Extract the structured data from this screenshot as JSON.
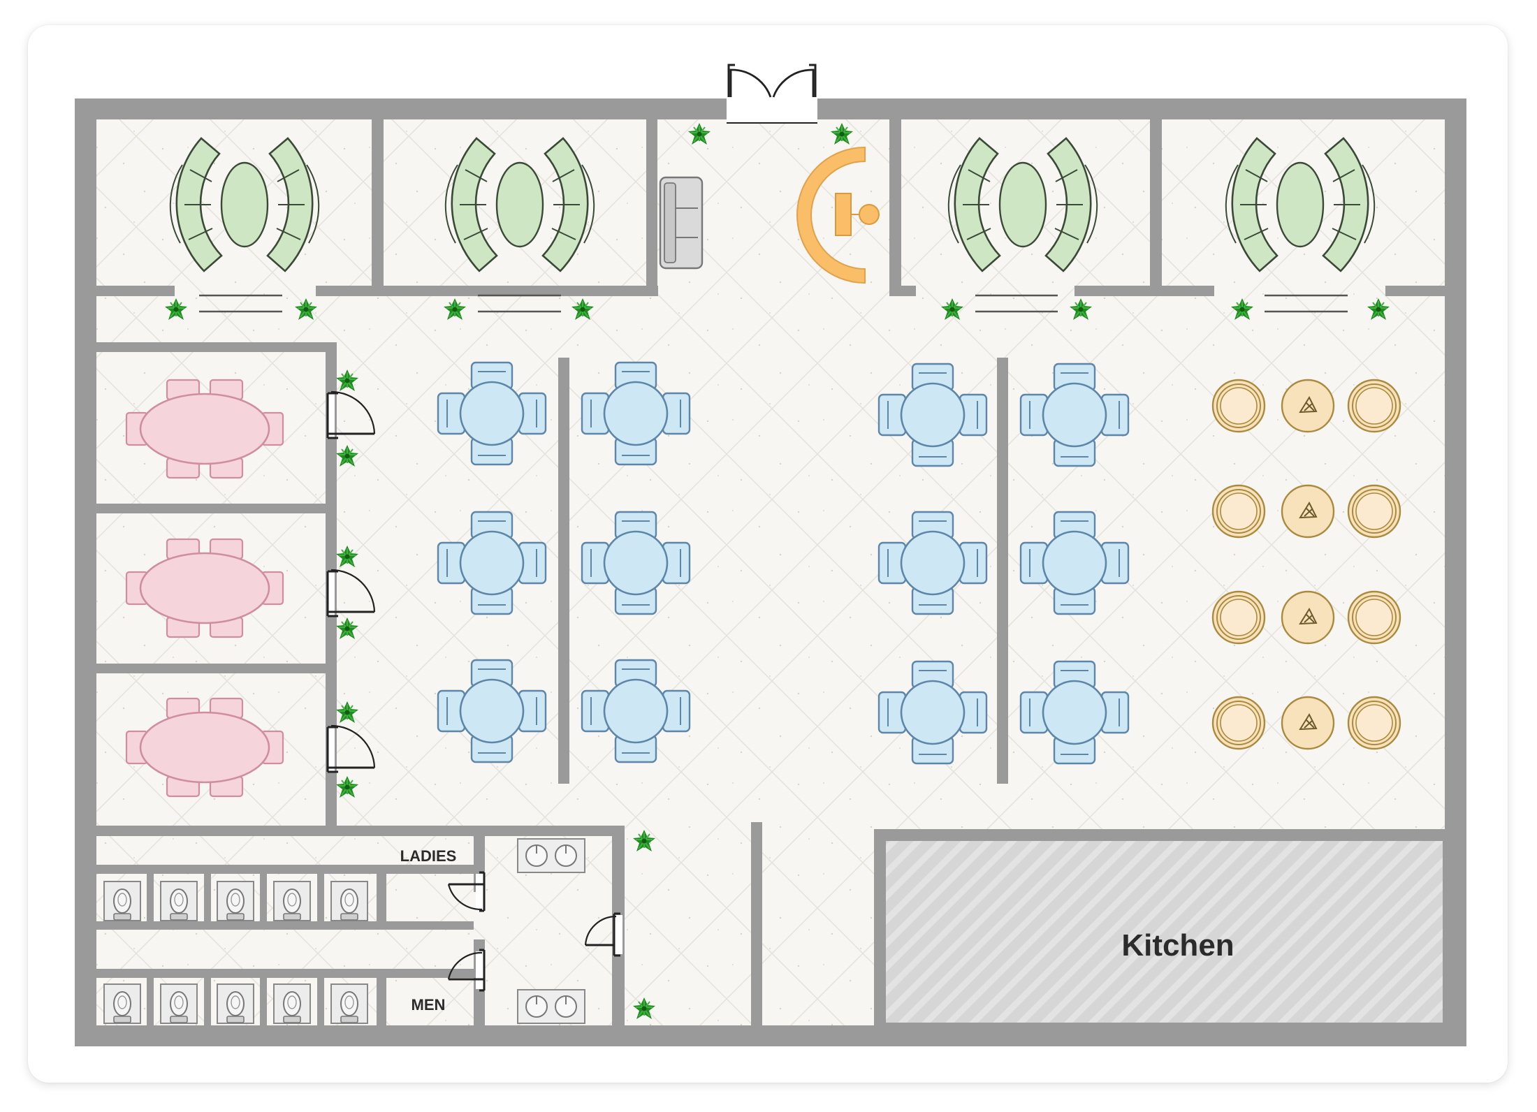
{
  "labels": {
    "ladies": "LADIES",
    "men": "MEN",
    "kitchen": "Kitchen"
  },
  "colors": {
    "wall": "#9a9a9a",
    "floor": "#f8f6f2",
    "booth": "#cfe6c4",
    "booth_stroke": "#3a4a36",
    "private_table": "#f6d4dc",
    "private_stroke": "#cf8ea0",
    "dining_table": "#cde7f4",
    "dining_stroke": "#5d86a8",
    "round_table": "#f8e2bc",
    "round_stroke": "#a98a3e",
    "reception_desk": "#f9be67",
    "plant": "#1f8c1f",
    "kitchen_fill": "#d4d4d4"
  },
  "icons": [
    "plant-icon",
    "door-icon",
    "toilet-icon",
    "sink-icon",
    "sofa-icon",
    "reception-desk-icon"
  ]
}
